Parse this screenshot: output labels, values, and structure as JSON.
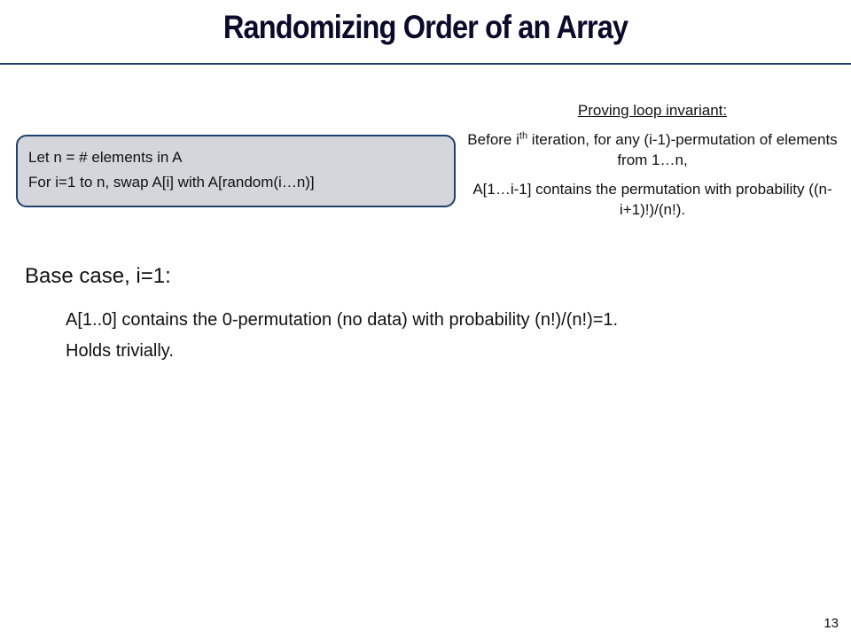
{
  "slide": {
    "title": "Randomizing Order of an Array",
    "algorithm": {
      "line1": "Let n = # elements in A",
      "line2": "For i=1 to n, swap A[i] with A[random(i…n)]"
    },
    "invariant": {
      "heading": "Proving loop invariant:",
      "para1_prefix": "Before i",
      "para1_sup": "th",
      "para1_rest": " iteration, for any (i-1)-permutation of elements from 1…n,",
      "para2": "A[1…i-1] contains the permutation with probability ((n-i+1)!)/(n!)."
    },
    "base_case": {
      "heading": "Base case, i=1:",
      "line1": "A[1..0] contains the 0-permutation (no data) with probability (n!)/(n!)=1.",
      "line2": "Holds trivially."
    },
    "page_number": "13"
  }
}
